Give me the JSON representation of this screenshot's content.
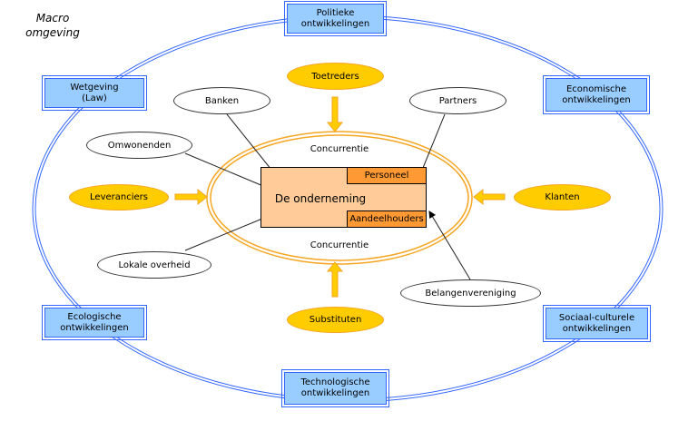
{
  "macro_label": "Macro\nomgeving",
  "macro_factors": [
    {
      "id": "politiek",
      "label": "Politieke\nontwikkelingen"
    },
    {
      "id": "wetgeving",
      "label": "Wetgeving\n(Law)"
    },
    {
      "id": "economisch",
      "label": "Economische\nontwikkelingen"
    },
    {
      "id": "ecologisch",
      "label": "Ecologische\nontwikkelingen"
    },
    {
      "id": "sociaal",
      "label": "Sociaal-culturele\nontwikkelingen"
    },
    {
      "id": "technologisch",
      "label": "Technologische\nontwikkelingen"
    }
  ],
  "stakeholders": [
    {
      "id": "banken",
      "label": "Banken"
    },
    {
      "id": "omwonenden",
      "label": "Omwonenden"
    },
    {
      "id": "lokale-overheid",
      "label": "Lokale overheid"
    },
    {
      "id": "partners",
      "label": "Partners"
    },
    {
      "id": "belangenvereniging",
      "label": "Belangenvereniging"
    }
  ],
  "market_forces": [
    {
      "id": "toetreders",
      "label": "Toetreders"
    },
    {
      "id": "leveranciers",
      "label": "Leveranciers"
    },
    {
      "id": "klanten",
      "label": "Klanten"
    },
    {
      "id": "substituten",
      "label": "Substituten"
    }
  ],
  "competition": {
    "top": "Concurrentie",
    "bottom": "Concurrentie"
  },
  "company": {
    "title": "De onderneming",
    "internal": [
      "Personeel",
      "Aandeelhouders"
    ]
  },
  "colors": {
    "macro_ring": "#3366ff",
    "macro_box_fill": "#99ccff",
    "market_ring": "#f5a623",
    "market_oval_fill": "#ffcc00",
    "company_fill": "#ffcc99",
    "internal_fill": "#ff9933"
  }
}
